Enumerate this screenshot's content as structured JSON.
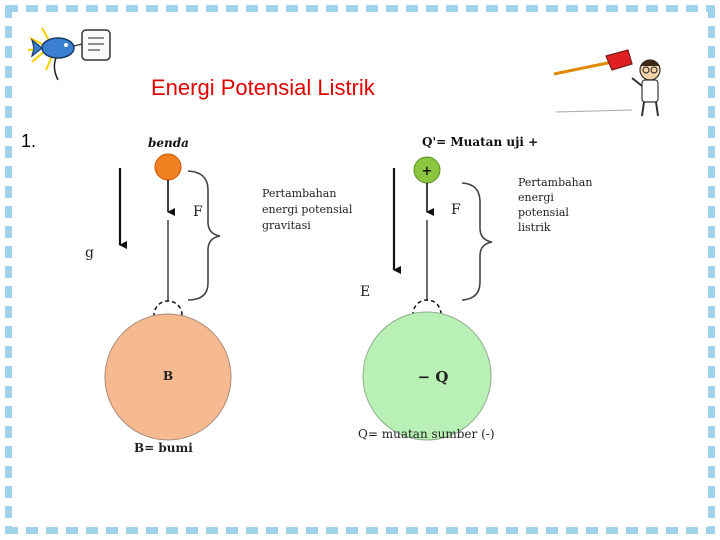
{
  "slide": {
    "title": "Energi Potensial Listrik",
    "item_number": "1."
  },
  "colors": {
    "title": "#e00000",
    "frame": "#9fd3ea",
    "earth_fill": "#f7b98f",
    "source_charge_fill": "#b9f0b5",
    "small_mass_fill": "#f08020",
    "test_charge_fill": "#8cc63f"
  },
  "icons": {
    "top_left": "fish-and-note-clipart",
    "top_right": "cartoon-scientist-clipart"
  },
  "gravity_diagram": {
    "object_label": "benda",
    "field_label": "g",
    "force_label": "F",
    "annotation": [
      "Pertambahan",
      "energi potensial",
      "gravitasi"
    ],
    "large_body_label": "B",
    "caption": "B= bumi"
  },
  "electric_diagram": {
    "test_charge_label": "Q'= Muatan uji +",
    "test_charge_sign": "+",
    "field_label": "E",
    "force_label": "F",
    "annotation": [
      "Pertambahan",
      "energi",
      "potensial",
      "listrik"
    ],
    "source_charge_label": "− Q",
    "caption": "Q= muatan sumber (-)"
  }
}
